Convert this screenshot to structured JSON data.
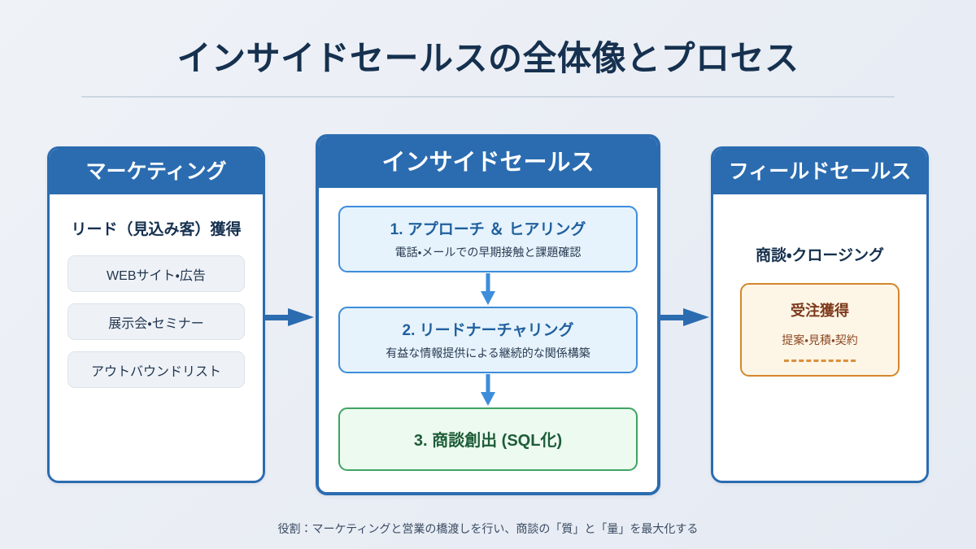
{
  "header": {
    "title": "インサイドセールスの全体像とプロセス"
  },
  "colors": {
    "background": "#eef1f6",
    "header_blue": "#2b6cb0",
    "title_navy": "#16314f",
    "step_blue_border": "#3d8ddb",
    "step_blue_fill": "#e6f3fc",
    "step_blue_text": "#1f5f9e",
    "step_green_border": "#3fa463",
    "step_green_fill": "#ecfaef",
    "step_green_text": "#1d5c38",
    "order_border": "#d4862b",
    "order_fill": "#fdf6e7",
    "order_text": "#7e3a1c",
    "divider": "#ccd6e3",
    "pill_fill": "#eef2f7"
  },
  "marketing": {
    "header": "マーケティング",
    "section_title": "リード（見込み客）獲得",
    "items": [
      {
        "label": "WEBサイト・広告"
      },
      {
        "label": "展示会・セミナー"
      },
      {
        "label": "アウトバウンドリスト"
      }
    ]
  },
  "inside_sales": {
    "header": "インサイドセールス",
    "steps": [
      {
        "title": "1. アプローチ ＆ ヒアリング",
        "desc": "電話・メールでの早期接触と課題確認",
        "style": "blue"
      },
      {
        "title": "2. リードナーチャリング",
        "desc": "有益な情報提供による継続的な関係構築",
        "style": "blue"
      },
      {
        "title": "3. 商談創出 (SQL化)",
        "desc": "",
        "style": "green"
      }
    ]
  },
  "field_sales": {
    "header": "フィールドセールス",
    "section_title": "商談・クロージング",
    "order_box": {
      "title": "受注獲得",
      "subtitle": "提案・見積・契約",
      "divider": "- - - - - - - - -"
    }
  },
  "connectors": [
    {
      "name": "marketing-to-inside",
      "direction": "right"
    },
    {
      "name": "inside-to-field",
      "direction": "right"
    }
  ],
  "footer": {
    "note": "役割：マーケティングと営業の橋渡しを行い、商談の「質」と「量」を最大化する"
  }
}
